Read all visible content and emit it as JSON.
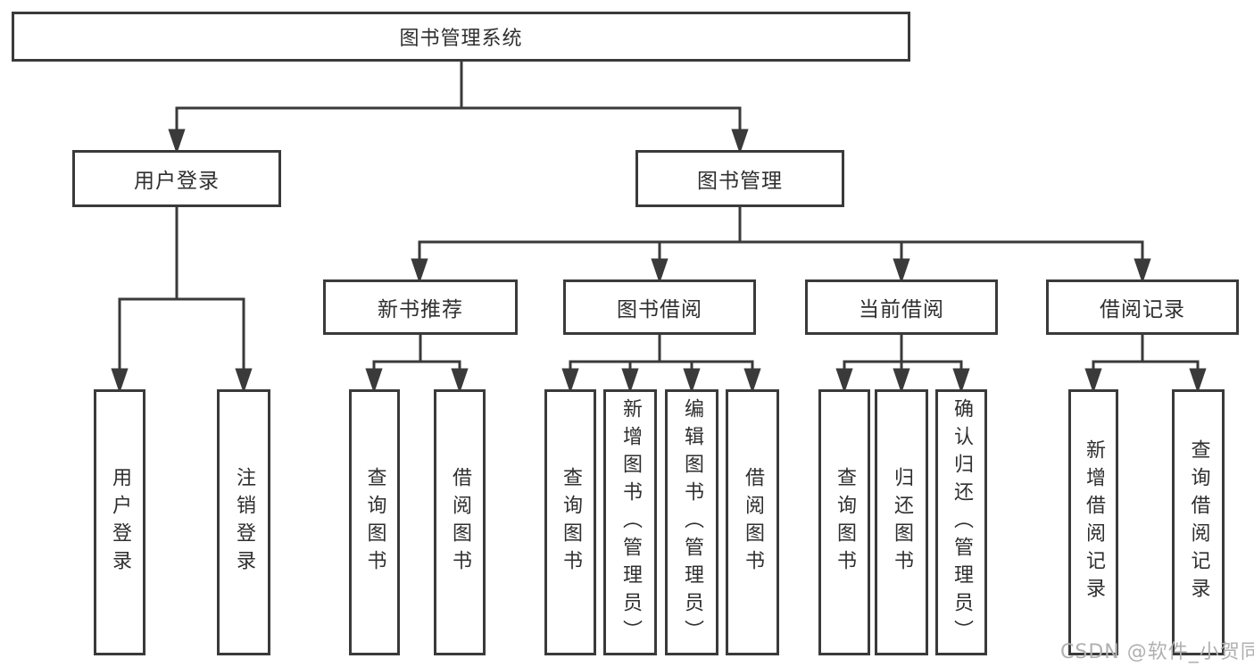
{
  "diagram_title": "图书管理系统",
  "tree": {
    "root": {
      "label": "图书管理系统"
    },
    "branches": [
      {
        "label": "用户登录",
        "children": [
          {
            "label": "用户登录"
          },
          {
            "label": "注销登录"
          }
        ]
      },
      {
        "label": "图书管理",
        "children": [
          {
            "label": "新书推荐",
            "children": [
              {
                "label": "查询图书"
              },
              {
                "label": "借阅图书"
              }
            ]
          },
          {
            "label": "图书借阅",
            "children": [
              {
                "label": "查询图书"
              },
              {
                "label": "新增图书（管理员）"
              },
              {
                "label": "编辑图书（管理员）"
              },
              {
                "label": "借阅图书"
              }
            ]
          },
          {
            "label": "当前借阅",
            "children": [
              {
                "label": "查询图书"
              },
              {
                "label": "归还图书"
              },
              {
                "label": "确认归还（管理员）"
              }
            ]
          },
          {
            "label": "借阅记录",
            "children": [
              {
                "label": "新增借阅记录"
              },
              {
                "label": "查询借阅记录"
              }
            ]
          }
        ]
      }
    ]
  },
  "watermark": {
    "text": "CSDN @软件_小贺同学"
  },
  "colors": {
    "line": "#3a3a3a",
    "text": "#2f2f2f",
    "background": "#ffffff",
    "watermark": "#b0b0b0"
  }
}
